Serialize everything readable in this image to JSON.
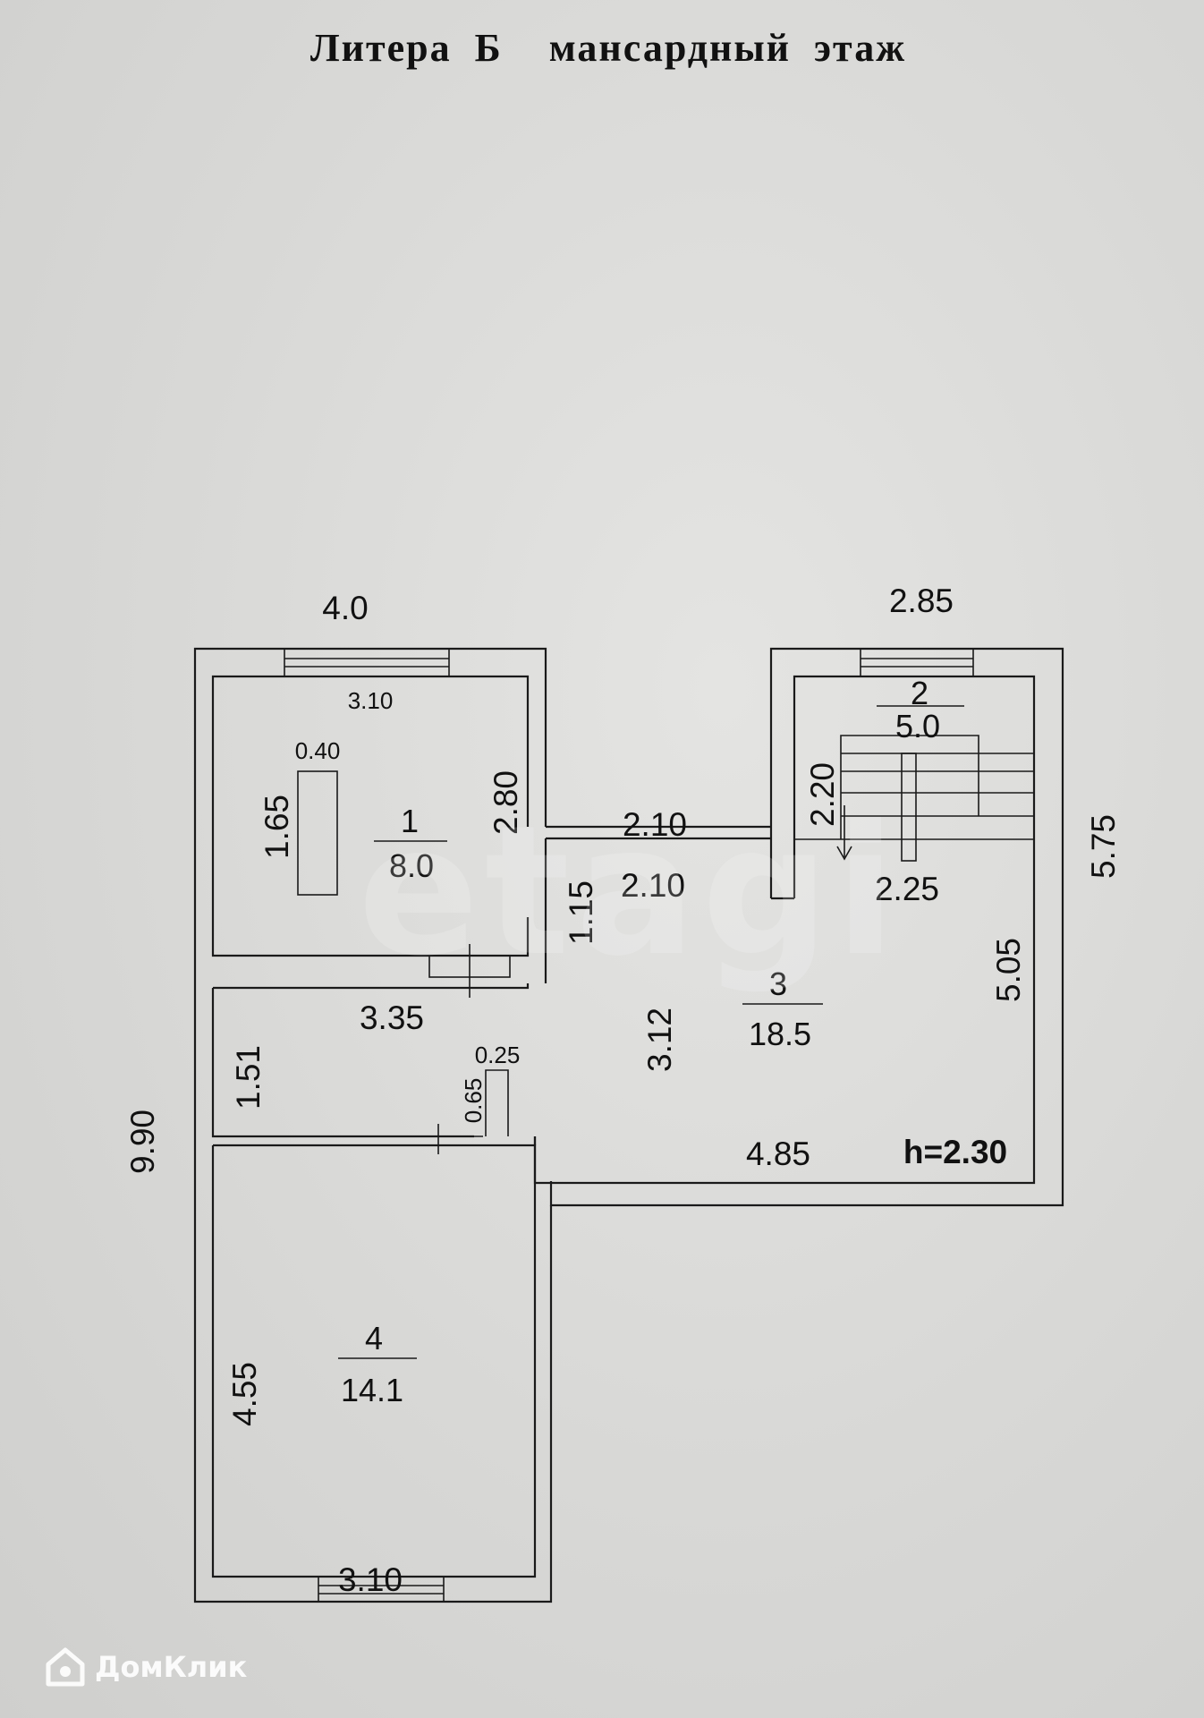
{
  "title": "Литера  Б    мансардный  этаж",
  "watermark": {
    "brand": "ДомКлик",
    "overlay": "etagi"
  },
  "rooms": [
    {
      "number": "1",
      "area": "8.0"
    },
    {
      "number": "2",
      "area": "5.0"
    },
    {
      "number": "3",
      "area": "18.5"
    },
    {
      "number": "4",
      "area": "14.1"
    }
  ],
  "dimensions": {
    "outer_top_left": "4.0",
    "outer_top_right": "2.85",
    "outer_left": "9.90",
    "outer_right": "5.75",
    "room1_top": "3.10",
    "room1_left": "1.65",
    "room1_right": "2.80",
    "room1_item_width": "0.40",
    "corridor_upper": "2.10",
    "corridor_lower": "2.10",
    "stair_width": "2.20",
    "stair_bottom": "2.25",
    "passage_height": "1.15",
    "room3_right": "5.05",
    "room3_left_width": "3.35",
    "room3_height": "3.12",
    "room3_bottom": "4.85",
    "room3_side": "1.51",
    "pillar_width": "0.25",
    "pillar_height": "0.65",
    "ceiling_height": "h=2.30",
    "room4_left": "4.55",
    "room4_bottom": "3.10"
  }
}
